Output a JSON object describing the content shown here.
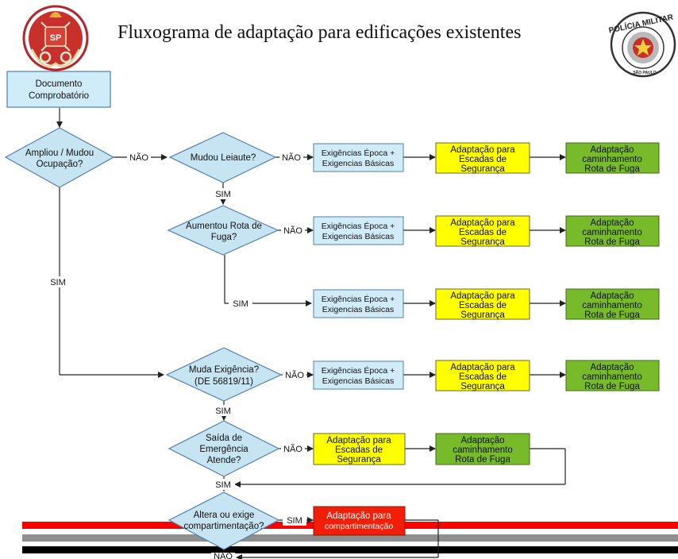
{
  "header": {
    "title": "Fluxograma de adaptação para edificações existentes",
    "logo_left_text": "SP",
    "logo_right_text": "POLÍCIA MILITAR",
    "logo_right_subtext": "SÃO PAULO"
  },
  "flow": {
    "doc_line1": "Documento",
    "doc_line2": "Comprobatório",
    "d1_line1": "Ampliou / Mudou",
    "d1_line2": "Ocupação?",
    "d2": "Mudou Leiaute?",
    "d3_line1": "Aumentou Rota de",
    "d3_line2": "Fuga?",
    "d4_line1": "Muda Exigência?",
    "d4_line2": "(DE 56819/11)",
    "d5_line1": "Saída de",
    "d5_line2": "Emergência",
    "d5_line3": "Atende?",
    "d6_line1": "Altera ou exige",
    "d6_line2": "compartimentação?",
    "exig_line1": "Exigências Época +",
    "exig_line2": "Exigencias Básicas",
    "esc_line1": "Adaptação para",
    "esc_line2": "Escadas de",
    "esc_line3": "Segurança",
    "rota_line1": "Adaptação",
    "rota_line2": "caminhamento",
    "rota_line3": "Rota de Fuga",
    "comp_line1": "Adaptação para",
    "comp_line2": "compartimentação",
    "nao": "NÃO",
    "sim": "SIM"
  },
  "colors": {
    "blue_box": "#d0ecf8",
    "blue_border": "#4e7fae",
    "yellow_box": "#ffff00",
    "green_box": "#77bb2b",
    "red_box": "#f21e08",
    "diamond": "#c7e4f2",
    "stripe_red": "#ff0000",
    "stripe_gray": "#8f8f8f",
    "stripe_black": "#000000"
  }
}
